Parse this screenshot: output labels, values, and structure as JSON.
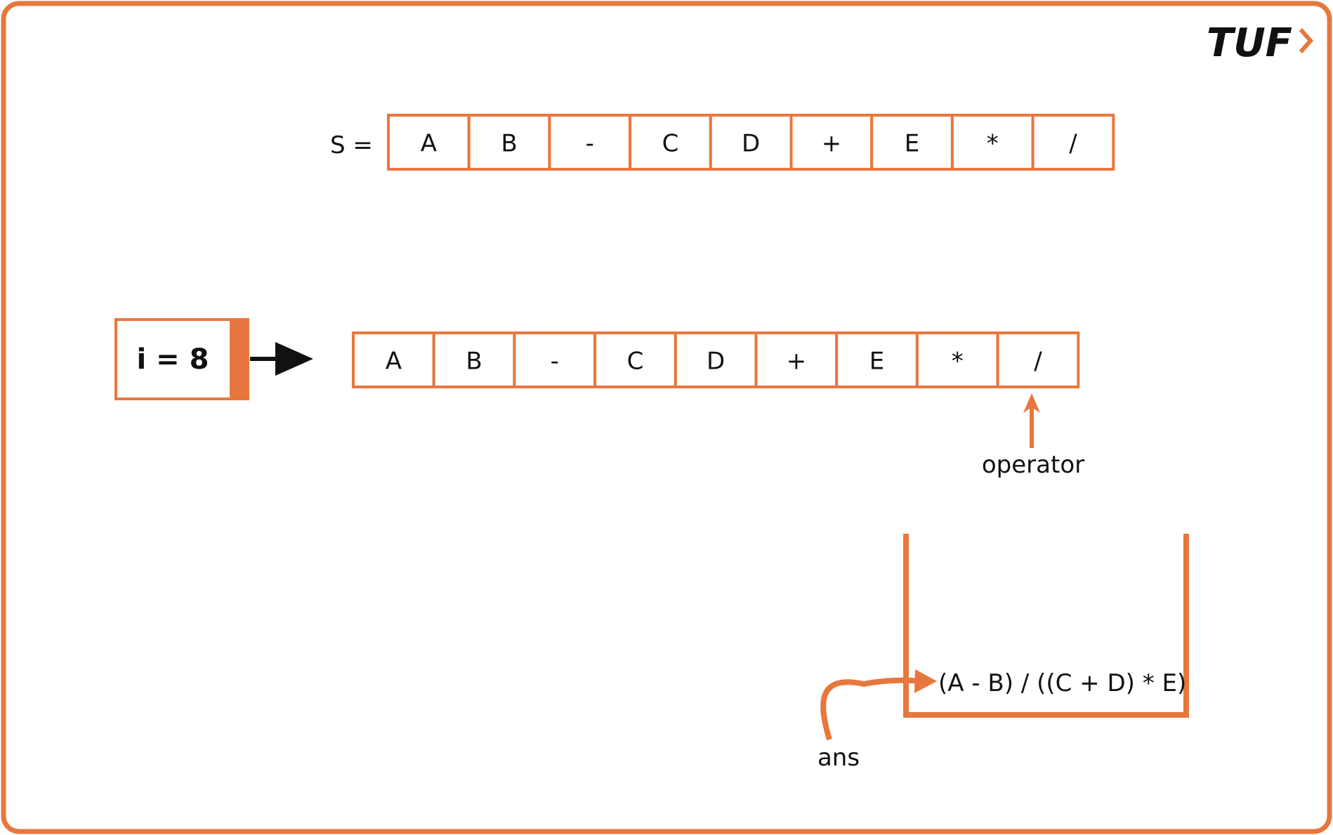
{
  "colors": {
    "accent": "#E8773E",
    "text": "#111111"
  },
  "logo": {
    "text": "TUF"
  },
  "top_array": {
    "label": "S =",
    "cells": [
      "A",
      "B",
      "-",
      "C",
      "D",
      "+",
      "E",
      "*",
      "/"
    ]
  },
  "index_box": {
    "label": "i = 8"
  },
  "current_array": {
    "cells": [
      "A",
      "B",
      "-",
      "C",
      "D",
      "+",
      "E",
      "*",
      "/"
    ]
  },
  "pointer": {
    "label": "operator"
  },
  "stack": {
    "items": [
      "(A - B) / ((C + D) * E)"
    ]
  },
  "answer": {
    "label": "ans"
  }
}
